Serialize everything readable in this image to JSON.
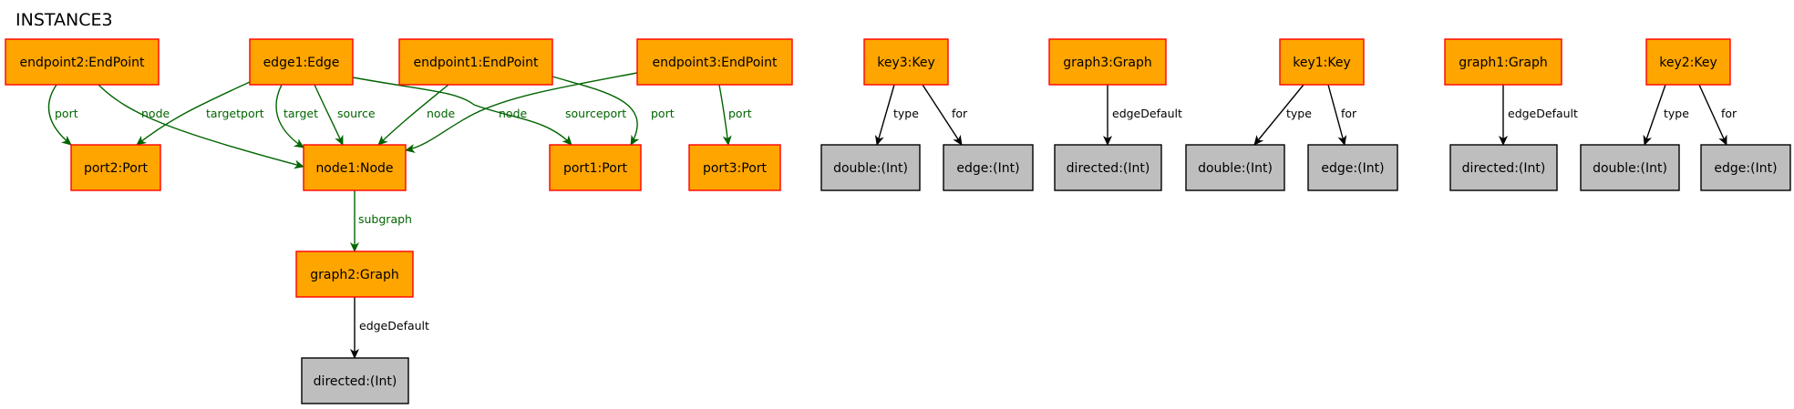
{
  "diagram": {
    "title": "INSTANCE3",
    "colors": {
      "object_fill": "#FFA500",
      "object_stroke": "#FF0000",
      "value_fill": "#BEBEBE",
      "value_stroke": "#000000",
      "link_green": "#006400",
      "link_black": "#000000"
    },
    "nodes": [
      {
        "id": "endpoint2",
        "label": "endpoint2:EndPoint",
        "kind": "object"
      },
      {
        "id": "edge1",
        "label": "edge1:Edge",
        "kind": "object"
      },
      {
        "id": "endpoint1",
        "label": "endpoint1:EndPoint",
        "kind": "object"
      },
      {
        "id": "endpoint3",
        "label": "endpoint3:EndPoint",
        "kind": "object"
      },
      {
        "id": "port2",
        "label": "port2:Port",
        "kind": "object"
      },
      {
        "id": "node1",
        "label": "node1:Node",
        "kind": "object"
      },
      {
        "id": "port1",
        "label": "port1:Port",
        "kind": "object"
      },
      {
        "id": "port3",
        "label": "port3:Port",
        "kind": "object"
      },
      {
        "id": "graph2",
        "label": "graph2:Graph",
        "kind": "object"
      },
      {
        "id": "directed_a",
        "label": "directed:(Int)",
        "kind": "value"
      },
      {
        "id": "key3",
        "label": "key3:Key",
        "kind": "object"
      },
      {
        "id": "double_a",
        "label": "double:(Int)",
        "kind": "value"
      },
      {
        "id": "edge_a",
        "label": "edge:(Int)",
        "kind": "value"
      },
      {
        "id": "graph3",
        "label": "graph3:Graph",
        "kind": "object"
      },
      {
        "id": "directed_b",
        "label": "directed:(Int)",
        "kind": "value"
      },
      {
        "id": "key1",
        "label": "key1:Key",
        "kind": "object"
      },
      {
        "id": "double_b",
        "label": "double:(Int)",
        "kind": "value"
      },
      {
        "id": "edge_b",
        "label": "edge:(Int)",
        "kind": "value"
      },
      {
        "id": "graph1",
        "label": "graph1:Graph",
        "kind": "object"
      },
      {
        "id": "directed_c",
        "label": "directed:(Int)",
        "kind": "value"
      },
      {
        "id": "key2",
        "label": "key2:Key",
        "kind": "object"
      },
      {
        "id": "double_c",
        "label": "double:(Int)",
        "kind": "value"
      },
      {
        "id": "edge_c",
        "label": "edge:(Int)",
        "kind": "value"
      }
    ],
    "edges": [
      {
        "from": "endpoint2",
        "to": "port2",
        "label": "port",
        "style": "green"
      },
      {
        "from": "endpoint2",
        "to": "node1",
        "label": "node",
        "style": "green"
      },
      {
        "from": "edge1",
        "to": "port2",
        "label": "targetport",
        "style": "green"
      },
      {
        "from": "edge1",
        "to": "node1",
        "label": "target",
        "style": "green"
      },
      {
        "from": "edge1",
        "to": "node1",
        "label": "source",
        "style": "green"
      },
      {
        "from": "edge1",
        "to": "port1",
        "label": "sourceport",
        "style": "green"
      },
      {
        "from": "endpoint1",
        "to": "node1",
        "label": "node",
        "style": "green"
      },
      {
        "from": "endpoint1",
        "to": "port1",
        "label": "port",
        "style": "green"
      },
      {
        "from": "endpoint3",
        "to": "node1",
        "label": "node",
        "style": "green"
      },
      {
        "from": "endpoint3",
        "to": "port3",
        "label": "port",
        "style": "green"
      },
      {
        "from": "node1",
        "to": "graph2",
        "label": "subgraph",
        "style": "green"
      },
      {
        "from": "graph2",
        "to": "directed_a",
        "label": "edgeDefault",
        "style": "black"
      },
      {
        "from": "key3",
        "to": "double_a",
        "label": "type",
        "style": "black"
      },
      {
        "from": "key3",
        "to": "edge_a",
        "label": "for",
        "style": "black"
      },
      {
        "from": "graph3",
        "to": "directed_b",
        "label": "edgeDefault",
        "style": "black"
      },
      {
        "from": "key1",
        "to": "double_b",
        "label": "type",
        "style": "black"
      },
      {
        "from": "key1",
        "to": "edge_b",
        "label": "for",
        "style": "black"
      },
      {
        "from": "graph1",
        "to": "directed_c",
        "label": "edgeDefault",
        "style": "black"
      },
      {
        "from": "key2",
        "to": "double_c",
        "label": "type",
        "style": "black"
      },
      {
        "from": "key2",
        "to": "edge_c",
        "label": "for",
        "style": "black"
      }
    ]
  }
}
